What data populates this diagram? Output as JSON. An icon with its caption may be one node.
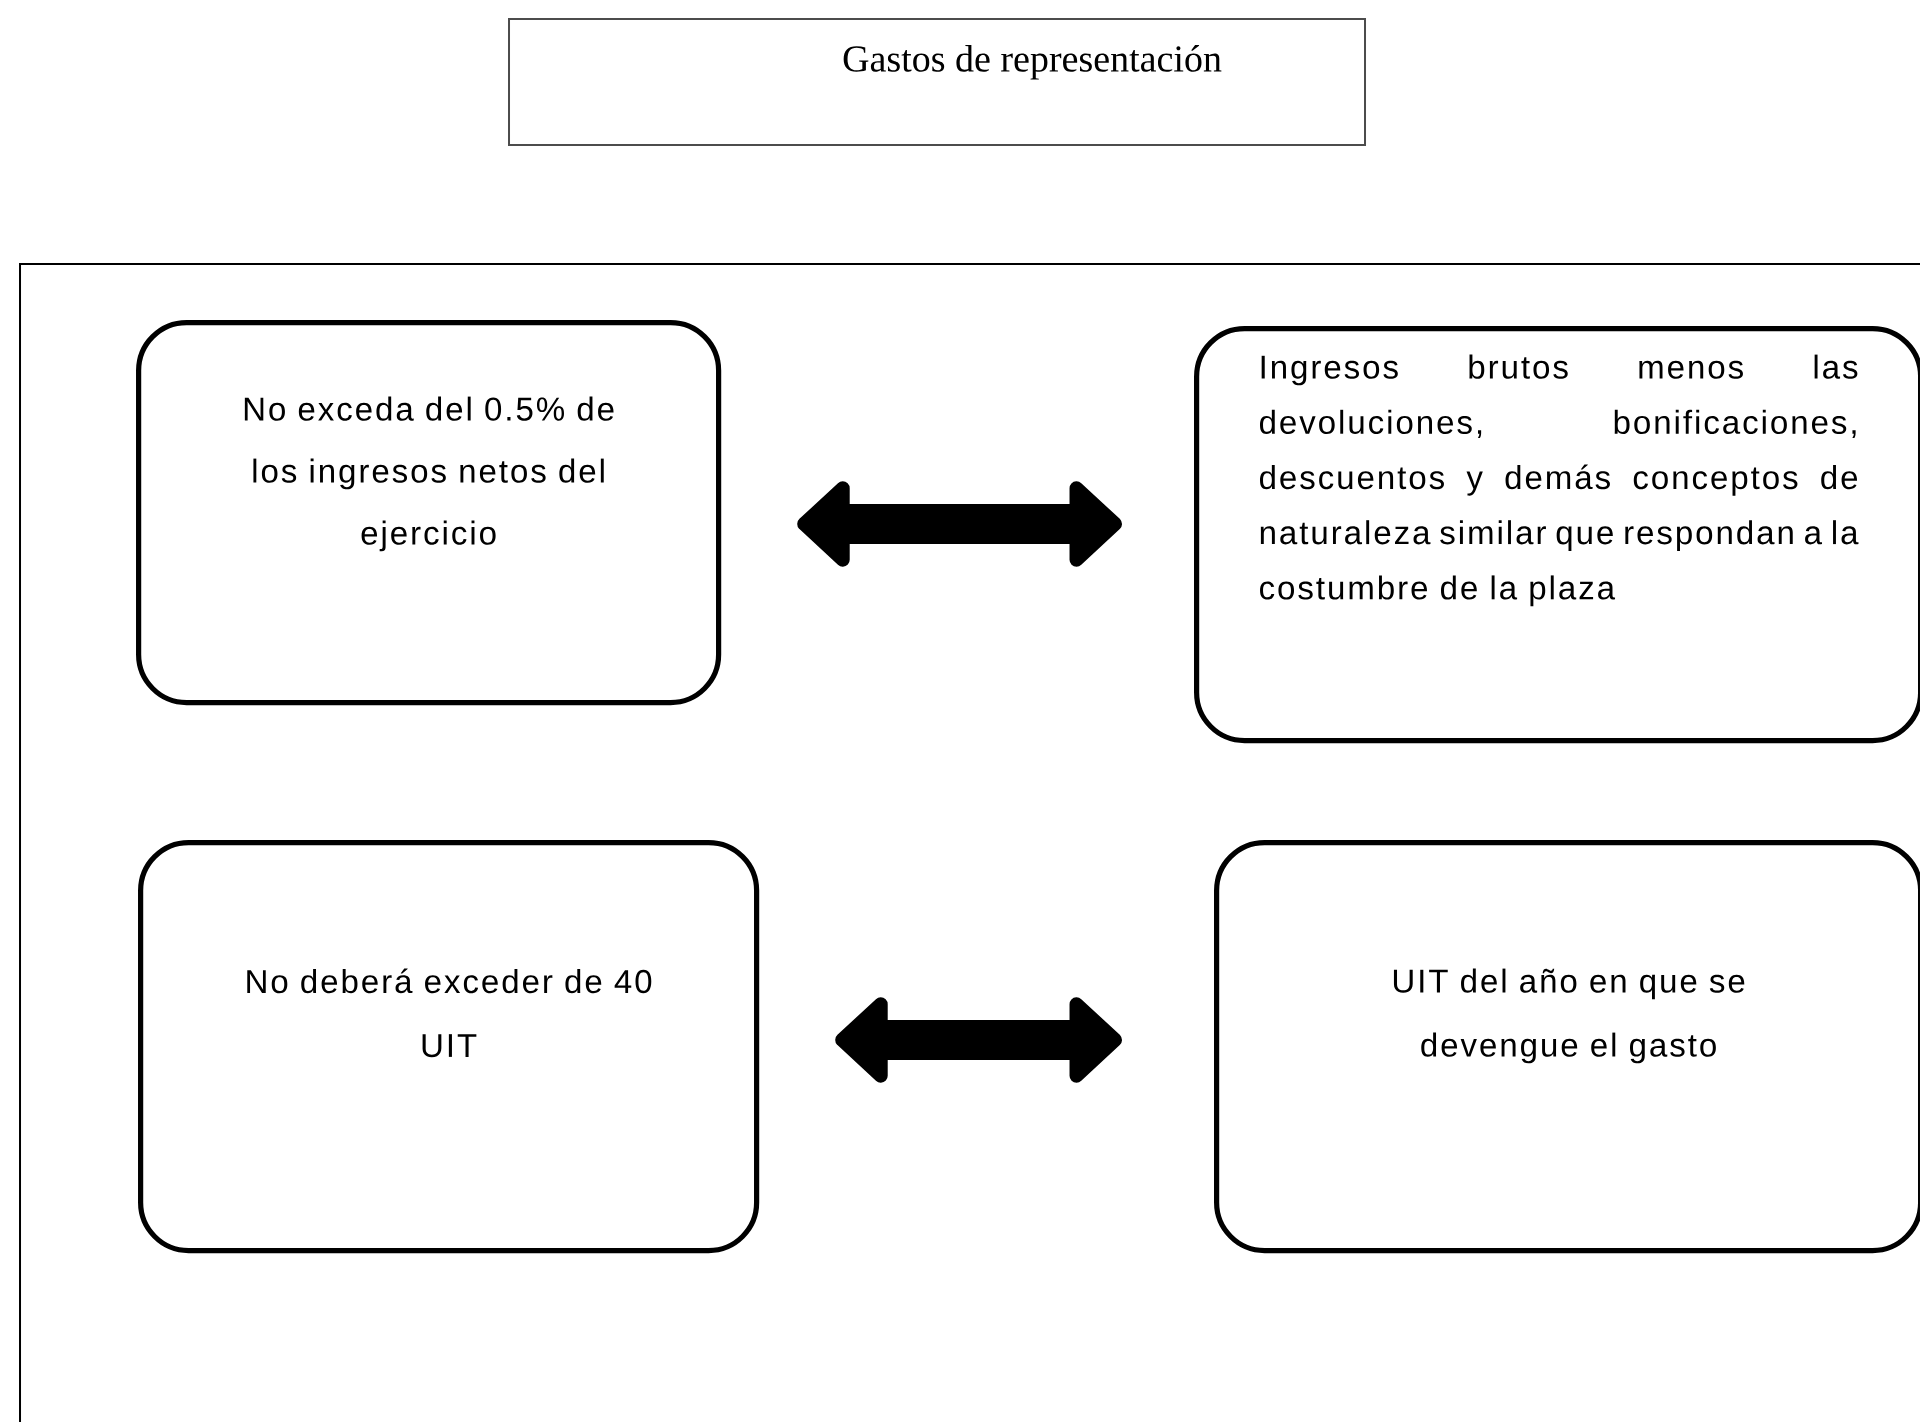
{
  "diagram": {
    "nodes": [
      {
        "text": [
          "Gastos de representación"
        ]
      },
      {
        "text": [],
        "shape": "box"
      },
      {
        "text": [
          "No exceda del 0.5% de los ingresos netos del ejercicio"
        ],
        "in": 1
      },
      {
        "text": [
          "Ingresos brutos menos las devoluciones, bonificaciones, descuentos y demás conceptos de naturaleza similar que respondan a la costumbre de la plaza"
        ],
        "in": 1
      },
      {
        "text": [
          "No deberá exceder de 40 UIT"
        ],
        "in": 1
      },
      {
        "text": [
          "UIT del año en que se devengue el gasto"
        ],
        "in": 1
      }
    ],
    "edges": [
      {
        "from": 2,
        "to": 3,
        "arrow": "both"
      },
      {
        "from": 4,
        "to": 5,
        "arrow": "both"
      }
    ]
  }
}
